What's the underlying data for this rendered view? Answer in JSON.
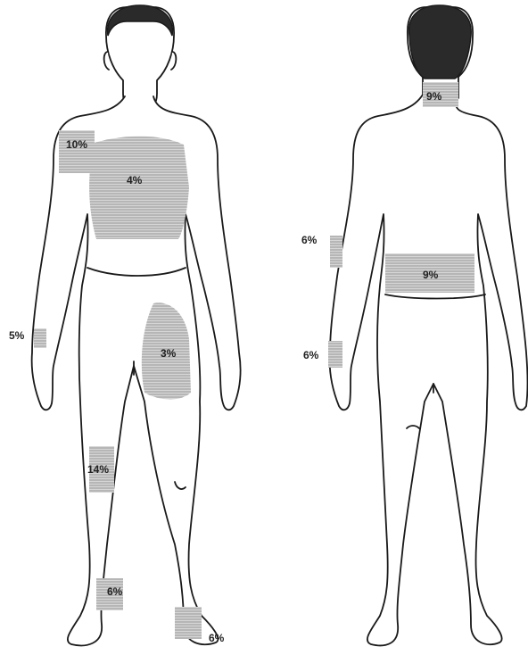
{
  "colors": {
    "outline": "#1a1a1a",
    "shade": "#9a9a9a",
    "hair": "#2a2a2a"
  },
  "front": {
    "labels": [
      {
        "id": "shoulder",
        "text": "10%"
      },
      {
        "id": "chest",
        "text": "4%"
      },
      {
        "id": "forearm",
        "text": "5%"
      },
      {
        "id": "thigh",
        "text": "3%"
      },
      {
        "id": "knee",
        "text": "14%"
      },
      {
        "id": "ankle",
        "text": "6%"
      },
      {
        "id": "foot",
        "text": "6%"
      }
    ]
  },
  "back": {
    "labels": [
      {
        "id": "neck",
        "text": "9%"
      },
      {
        "id": "upper-arm",
        "text": "6%"
      },
      {
        "id": "lower-back",
        "text": "9%"
      },
      {
        "id": "forearm",
        "text": "6%"
      }
    ]
  }
}
